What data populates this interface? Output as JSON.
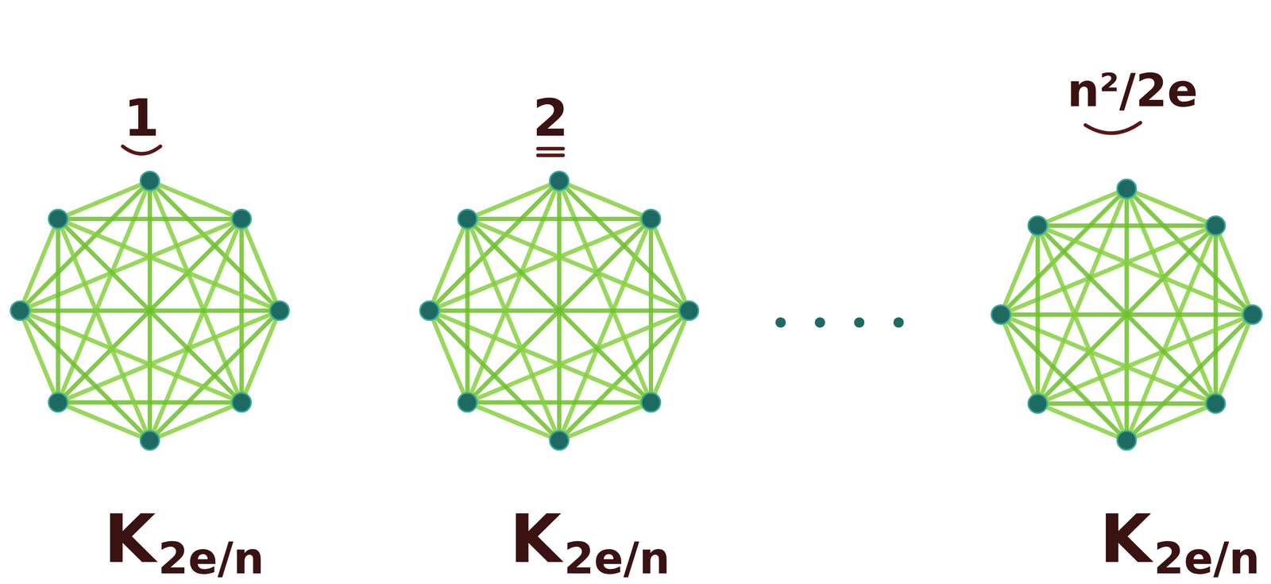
{
  "diagram": {
    "labels": [
      "1",
      "2",
      "n²/2e",
      "K",
      "2e/n",
      "K",
      "2e/n",
      "K",
      "2e/n"
    ]
  }
}
